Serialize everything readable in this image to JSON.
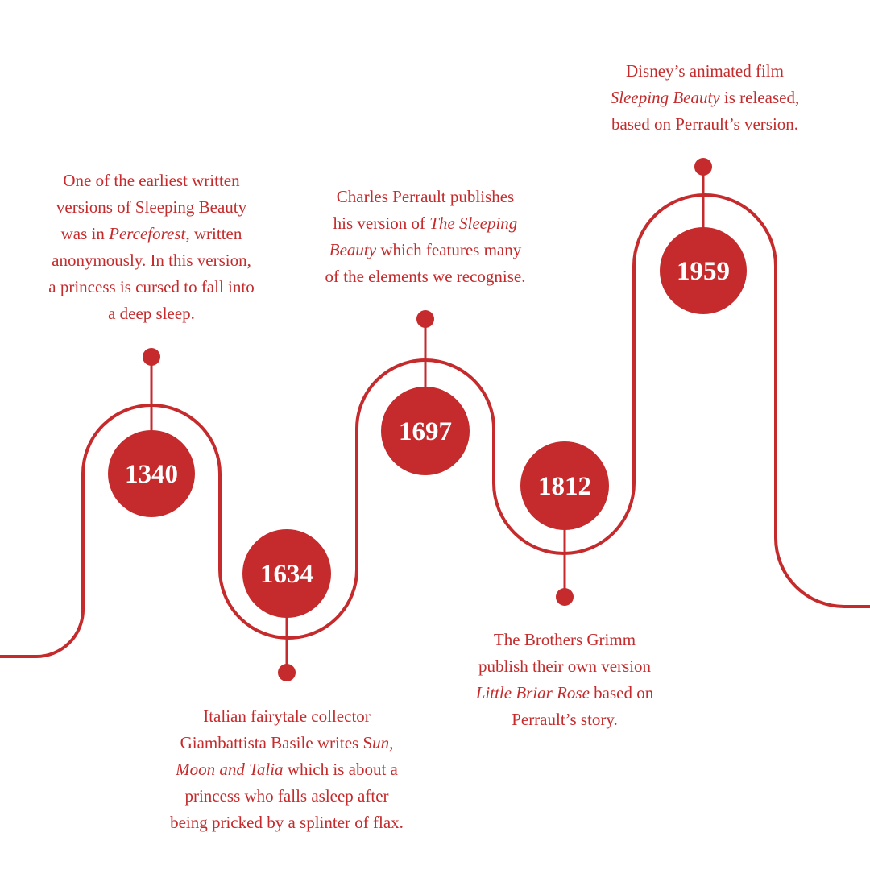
{
  "colors": {
    "accent": "#c52b2c",
    "background": "#ffffff"
  },
  "events": [
    {
      "year": "1340",
      "description": [
        [
          {
            "t": "One of the earliest written"
          }
        ],
        [
          {
            "t": "versions of Sleeping Beauty"
          }
        ],
        [
          {
            "t": "was in "
          },
          {
            "t": "Perceforest",
            "i": true
          },
          {
            "t": ", written"
          }
        ],
        [
          {
            "t": "anonymously. In this version,"
          }
        ],
        [
          {
            "t": "a princess is cursed to fall into"
          }
        ],
        [
          {
            "t": "a deep sleep."
          }
        ]
      ]
    },
    {
      "year": "1634",
      "description": [
        [
          {
            "t": "Italian fairytale collector"
          }
        ],
        [
          {
            "t": "Giambattista Basile writes S"
          },
          {
            "t": "un,",
            "i": true
          }
        ],
        [
          {
            "t": "Moon and Talia",
            "i": true
          },
          {
            "t": " which is about a"
          }
        ],
        [
          {
            "t": "princess who falls asleep after"
          }
        ],
        [
          {
            "t": "being pricked by a splinter of flax."
          }
        ]
      ]
    },
    {
      "year": "1697",
      "description": [
        [
          {
            "t": "Charles Perrault publishes"
          }
        ],
        [
          {
            "t": "his version of "
          },
          {
            "t": "The Sleeping",
            "i": true
          }
        ],
        [
          {
            "t": "Beauty",
            "i": true
          },
          {
            "t": " which features many"
          }
        ],
        [
          {
            "t": "of the elements we recognise."
          }
        ]
      ]
    },
    {
      "year": "1812",
      "description": [
        [
          {
            "t": "The Brothers Grimm"
          }
        ],
        [
          {
            "t": "publish their own version"
          }
        ],
        [
          {
            "t": "Little Briar Rose",
            "i": true
          },
          {
            "t": " based on"
          }
        ],
        [
          {
            "t": "Perrault’s story."
          }
        ]
      ]
    },
    {
      "year": "1959",
      "description": [
        [
          {
            "t": "Disney’s animated film"
          }
        ],
        [
          {
            "t": "Sleeping Beauty",
            "i": true
          },
          {
            "t": " is released,"
          }
        ],
        [
          {
            "t": "based on Perrault’s version."
          }
        ]
      ]
    }
  ]
}
